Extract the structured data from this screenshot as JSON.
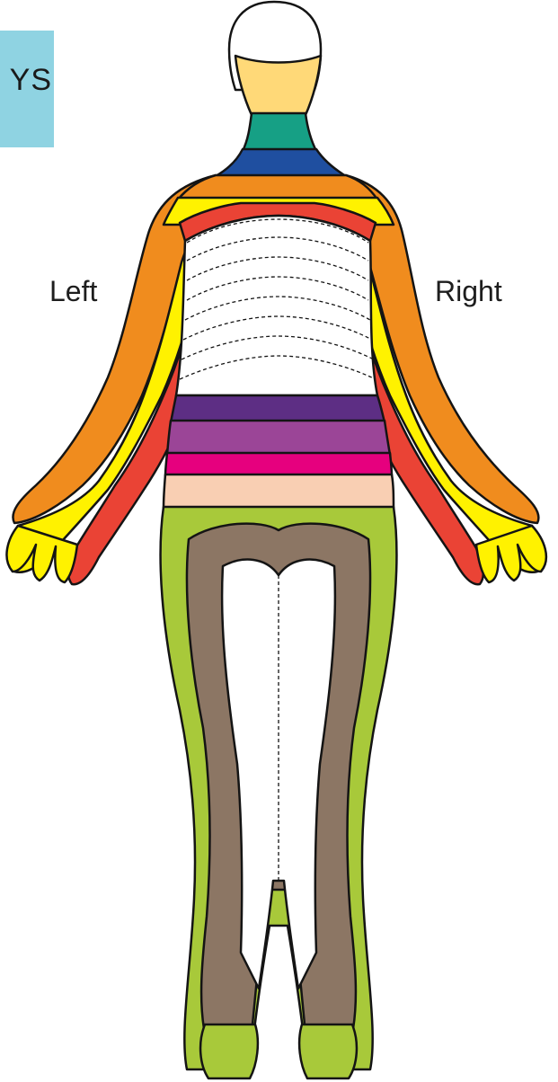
{
  "header_tag": {
    "text": "YS"
  },
  "labels": {
    "left": "Left",
    "right": "Right"
  },
  "colors": {
    "outline": "#141414",
    "head_white": "#ffffff",
    "c2_light_yellow": "#ffd978",
    "c3_teal": "#16a085",
    "c4_blue": "#1f4fa0",
    "c5_orange": "#f08c1e",
    "c6_yellow": "#fff200",
    "c8_red": "#ea4335",
    "thoracic_white": "#ffffff",
    "l1_purple_dark": "#5d2e84",
    "l2_purple": "#9b4597",
    "l3_magenta": "#e6007e",
    "l4_peach": "#f9cfb3",
    "l5_green": "#a8c93a",
    "s1_brown": "#8c7664",
    "s2_white": "#ffffff"
  }
}
